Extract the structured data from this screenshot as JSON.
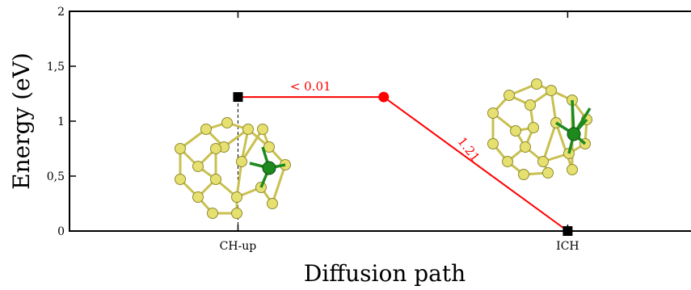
{
  "chart_data": {
    "type": "line",
    "xlabel": "Diffusion path",
    "ylabel": "Energy (eV)",
    "ylim": [
      0,
      2
    ],
    "yticks": [
      {
        "value": 0,
        "label": "0"
      },
      {
        "value": 0.5,
        "label": "0,5"
      },
      {
        "value": 1,
        "label": "1"
      },
      {
        "value": 1.5,
        "label": "1,5"
      },
      {
        "value": 2,
        "label": "2"
      }
    ],
    "xticks": [
      {
        "value": 0,
        "label": "CH-up"
      },
      {
        "value": 1,
        "label": "ICH"
      }
    ],
    "xlim": [
      -0.511,
      1.401
    ],
    "grid": false,
    "series": [
      {
        "color": "#ff0000",
        "points": [
          {
            "x": 0,
            "y": 1.22,
            "marker": "square",
            "marker_color": "#000000"
          },
          {
            "x": 0.442,
            "y": 1.22,
            "marker": "circle",
            "marker_color": "#ff0000"
          },
          {
            "x": 1,
            "y": 0,
            "marker": "square",
            "marker_color": "#000000"
          }
        ]
      }
    ],
    "annotations": [
      {
        "text": "< 0.01",
        "x": 0.22,
        "y": 1.22,
        "color": "#ff0000"
      },
      {
        "text": "1.21",
        "x": 0.69,
        "y": 0.72,
        "rotation": -52,
        "color": "#ff0000"
      }
    ],
    "dashed_reference": {
      "x": 0,
      "from_y": 0,
      "to_y": 1.22,
      "color": "#000000"
    },
    "inset_images": [
      {
        "name": "ch-up-structure",
        "atom_color": "#e6e070",
        "dopant_color": "#1e8a1e"
      },
      {
        "name": "ich-structure",
        "atom_color": "#e6e070",
        "dopant_color": "#1e8a1e"
      }
    ]
  }
}
